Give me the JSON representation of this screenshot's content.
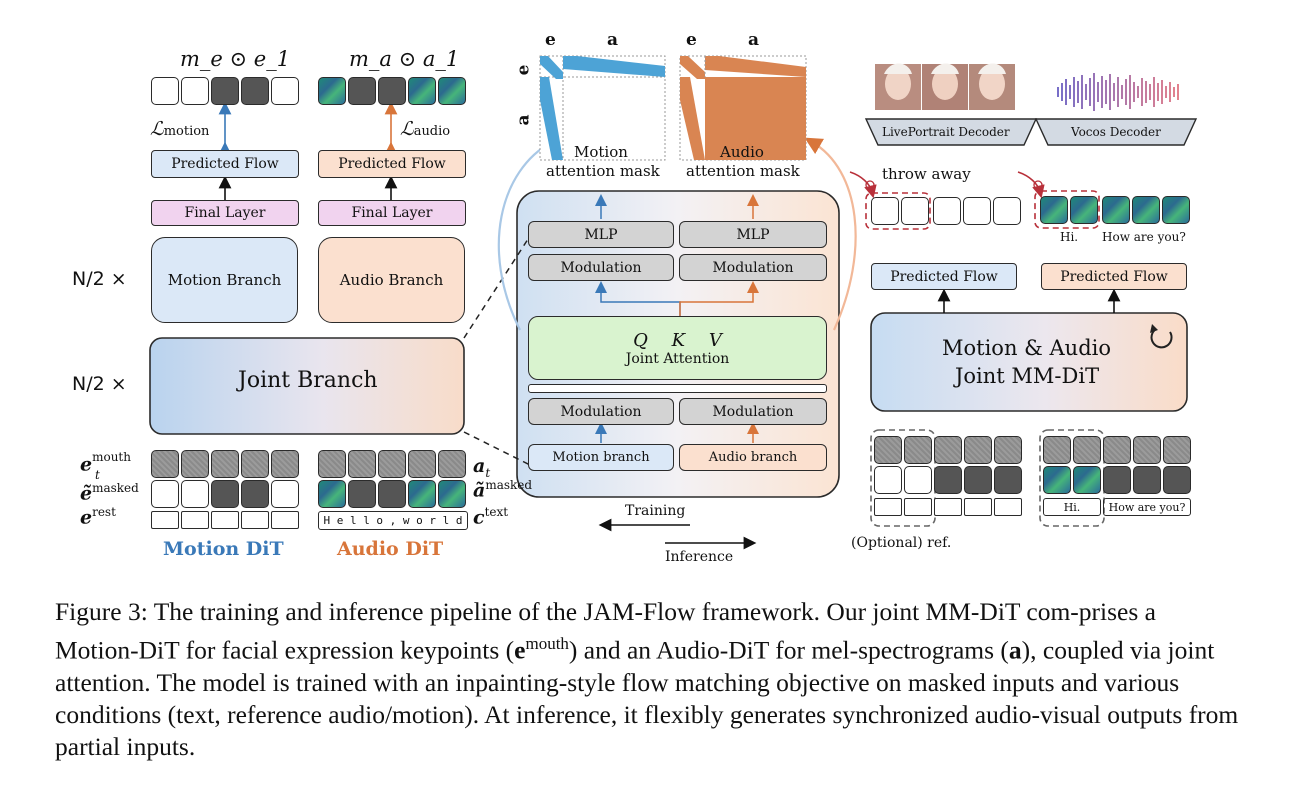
{
  "left": {
    "top_motion_formula": "m_e ⊙ e_1",
    "top_audio_formula": "m_a ⊙ a_1",
    "loss_motion": "ℒ",
    "loss_motion_sub": "motion",
    "loss_audio": "ℒ",
    "loss_audio_sub": "audio",
    "predicted_flow": "Predicted Flow",
    "final_layer": "Final Layer",
    "n_half_1": "N/2 ×",
    "n_half_2": "N/2 ×",
    "motion_branch": "Motion Branch",
    "audio_branch": "Audio Branch",
    "joint_branch": "Joint Branch",
    "e_mouth": "e",
    "e_mouth_sup": "mouth",
    "e_mouth_sub": "t",
    "e_masked": "ẽ",
    "e_masked_sup": "masked",
    "e_rest": "e",
    "e_rest_sup": "rest",
    "a_t": "a",
    "a_t_sub": "t",
    "a_masked": "ã",
    "a_masked_sup": "masked",
    "c_text": "c",
    "c_text_sup": "text",
    "hello_world": "H e l l o ,  w o r l d",
    "motion_dit": "Motion DiT",
    "audio_dit": "Audio DiT"
  },
  "middle": {
    "e_label": "e",
    "a_label": "a",
    "motion_mask": "Motion",
    "motion_mask2": "attention mask",
    "audio_mask": "Audio",
    "audio_mask2": "attention mask",
    "mlp": "MLP",
    "modulation": "Modulation",
    "qkv_q": "Q",
    "qkv_k": "K",
    "qkv_v": "V",
    "joint_attention": "Joint Attention",
    "motion_branch": "Motion branch",
    "audio_branch": "Audio branch",
    "training": "Training",
    "inference": "Inference"
  },
  "right": {
    "liveportrait_decoder": "LivePortrait Decoder",
    "vocos_decoder": "Vocos Decoder",
    "throw_away": "throw away",
    "hi": "Hi.",
    "how_are_you": "How are you?",
    "predicted_flow": "Predicted Flow",
    "mmdit_line1": "Motion & Audio",
    "mmdit_line2": "Joint MM-DiT",
    "optional_ref": "(Optional) ref.",
    "hi_bottom": "Hi.",
    "how_are_you_bottom": "How are you?"
  },
  "caption": {
    "prefix": "Figure 3: The training and inference pipeline of the JAM-Flow framework. Our joint MM-DiT com-prises a Motion-DiT for facial expression keypoints (",
    "e_sym": "e",
    "mouth_sup": "mouth",
    "mid": ") and an Audio-DiT for mel-spectrograms (",
    "a_sym": "a",
    "suffix": "), coupled via joint attention. The model is trained with an inpainting-style flow matching objective on masked inputs and various conditions (text, reference audio/motion). At inference, it flexibly generates synchronized audio-visual outputs from partial inputs."
  },
  "colors": {
    "motion_blue": "#3a79b8",
    "audio_orange": "#d8753a",
    "motion_fill": "#dbe8f7",
    "audio_fill": "#fbe0cf",
    "final_pink": "#f1d3ef",
    "attn_green": "#d9f3cf",
    "mask_blue": "#4da3d6",
    "mask_orange": "#d98552",
    "throw_red": "#b8303a"
  }
}
